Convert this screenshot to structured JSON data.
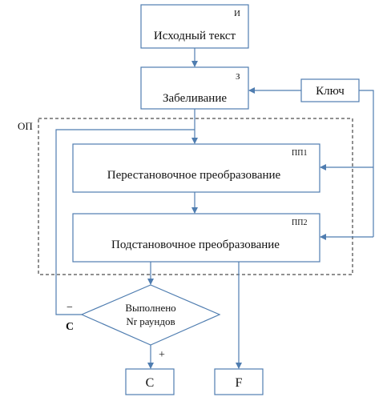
{
  "nodes": {
    "source": {
      "label": "Исходный текст",
      "tag": "И"
    },
    "whitening": {
      "label": "Забеливание",
      "tag": "З"
    },
    "key": {
      "label": "Ключ"
    },
    "permutation": {
      "label": "Перестановочное преобразование",
      "tag": "ПП1"
    },
    "substitution": {
      "label": "Подстановочное преобразование",
      "tag": "ПП2"
    },
    "decision": {
      "line1": "Выполнено",
      "line2": "Nr раундов"
    },
    "out_c": {
      "label": "C"
    },
    "out_f": {
      "label": "F"
    }
  },
  "group": {
    "label": "ОП"
  },
  "edges": {
    "minus": "−",
    "plus": "+",
    "loop_c": "C"
  },
  "colors": {
    "stroke": "#4f7db0",
    "text": "#111111",
    "dash": "#222222"
  }
}
